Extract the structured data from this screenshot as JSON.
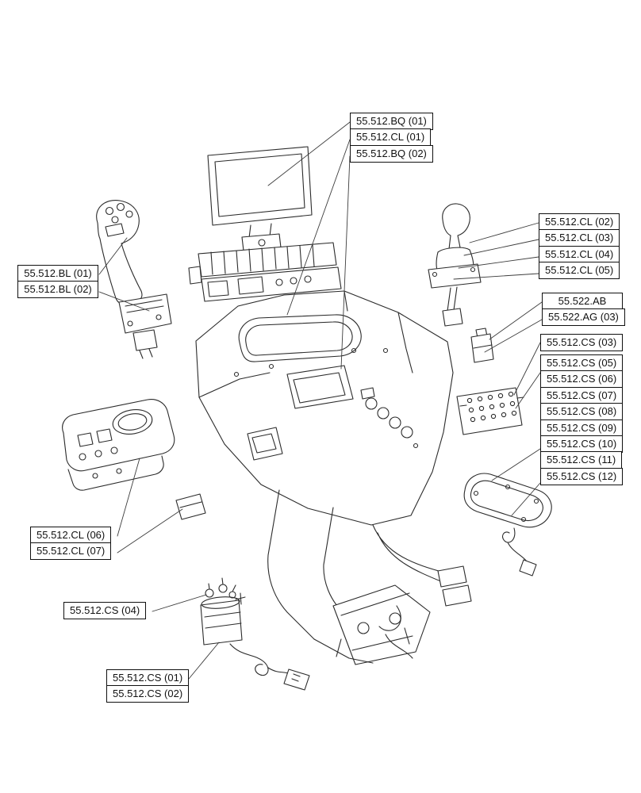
{
  "labels": {
    "top": [
      "55.512.BQ (01)",
      "55.512.CL (01)",
      "55.512.BQ (02)"
    ],
    "left_bl": [
      "55.512.BL (01)",
      "55.512.BL (02)"
    ],
    "right_cl": [
      "55.512.CL (02)",
      "55.512.CL (03)",
      "55.512.CL (04)",
      "55.512.CL (05)"
    ],
    "right_522": [
      "55.522.AB",
      "55.522.AG (03)"
    ],
    "right_cs03": [
      "55.512.CS (03)"
    ],
    "right_cs": [
      "55.512.CS (05)",
      "55.512.CS (06)",
      "55.512.CS (07)",
      "55.512.CS (08)",
      "55.512.CS (09)",
      "55.512.CS (10)",
      "55.512.CS (11)",
      "55.512.CS (12)"
    ],
    "left_cl": [
      "55.512.CL (06)",
      "55.512.CL (07)"
    ],
    "cs04": [
      "55.512.CS (04)"
    ],
    "bottom_cs": [
      "55.512.CS (01)",
      "55.512.CS (02)"
    ]
  },
  "colors": {
    "line": "#2b2b2b",
    "label_border": "#101010",
    "background": "#ffffff"
  }
}
